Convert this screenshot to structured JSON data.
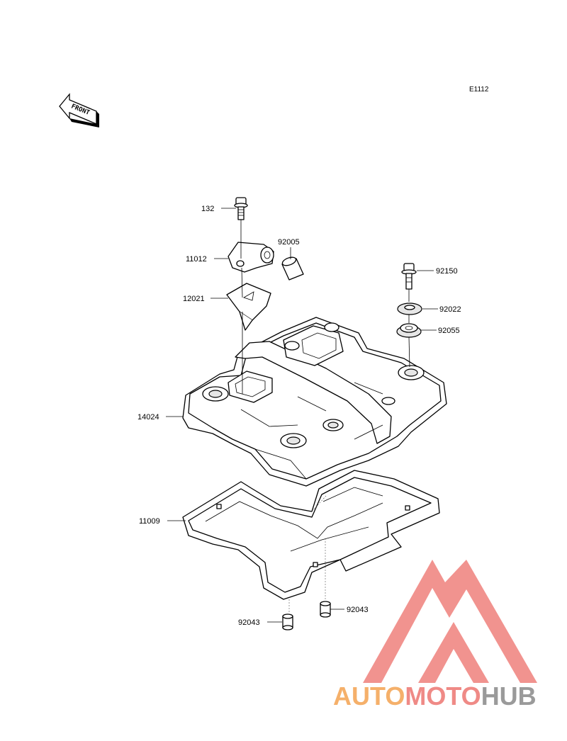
{
  "diagram_code": "E1112",
  "front_marker": "FRONT",
  "parts": [
    {
      "id": "p132",
      "number": "132"
    },
    {
      "id": "p11012",
      "number": "11012"
    },
    {
      "id": "p92005",
      "number": "92005"
    },
    {
      "id": "p12021",
      "number": "12021"
    },
    {
      "id": "p92150",
      "number": "92150"
    },
    {
      "id": "p92022",
      "number": "92022"
    },
    {
      "id": "p92055",
      "number": "92055"
    },
    {
      "id": "p14024",
      "number": "14024"
    },
    {
      "id": "p11009",
      "number": "11009"
    },
    {
      "id": "p92043a",
      "number": "92043"
    },
    {
      "id": "p92043b",
      "number": "92043"
    }
  ],
  "watermark": {
    "part1": "AUTO",
    "part2": "MOTO",
    "part3": "HUB",
    "color1": "#f5b06a",
    "color2": "#ef8a86",
    "color3": "#9a9a9a",
    "logo_color": "#f08a86"
  }
}
